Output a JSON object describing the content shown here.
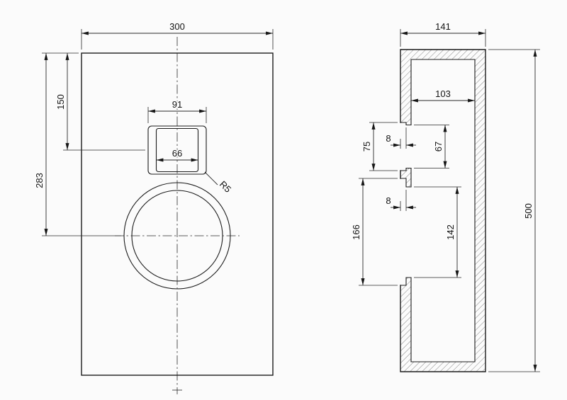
{
  "drawing": {
    "front_view": {
      "overall_width": "300",
      "port_center_from_top": "150",
      "driver_center_from_top": "283",
      "port_outer_width": "91",
      "port_inner_width": "66",
      "corner_radius": "R5"
    },
    "side_view": {
      "overall_depth": "141",
      "inner_depth": "103",
      "port_outer_height": "75",
      "port_rebate_depth": "8",
      "port_inner_height": "67",
      "driver_outer_height": "166",
      "driver_rebate_depth": "8",
      "driver_inner_height": "142",
      "overall_height": "500"
    }
  }
}
